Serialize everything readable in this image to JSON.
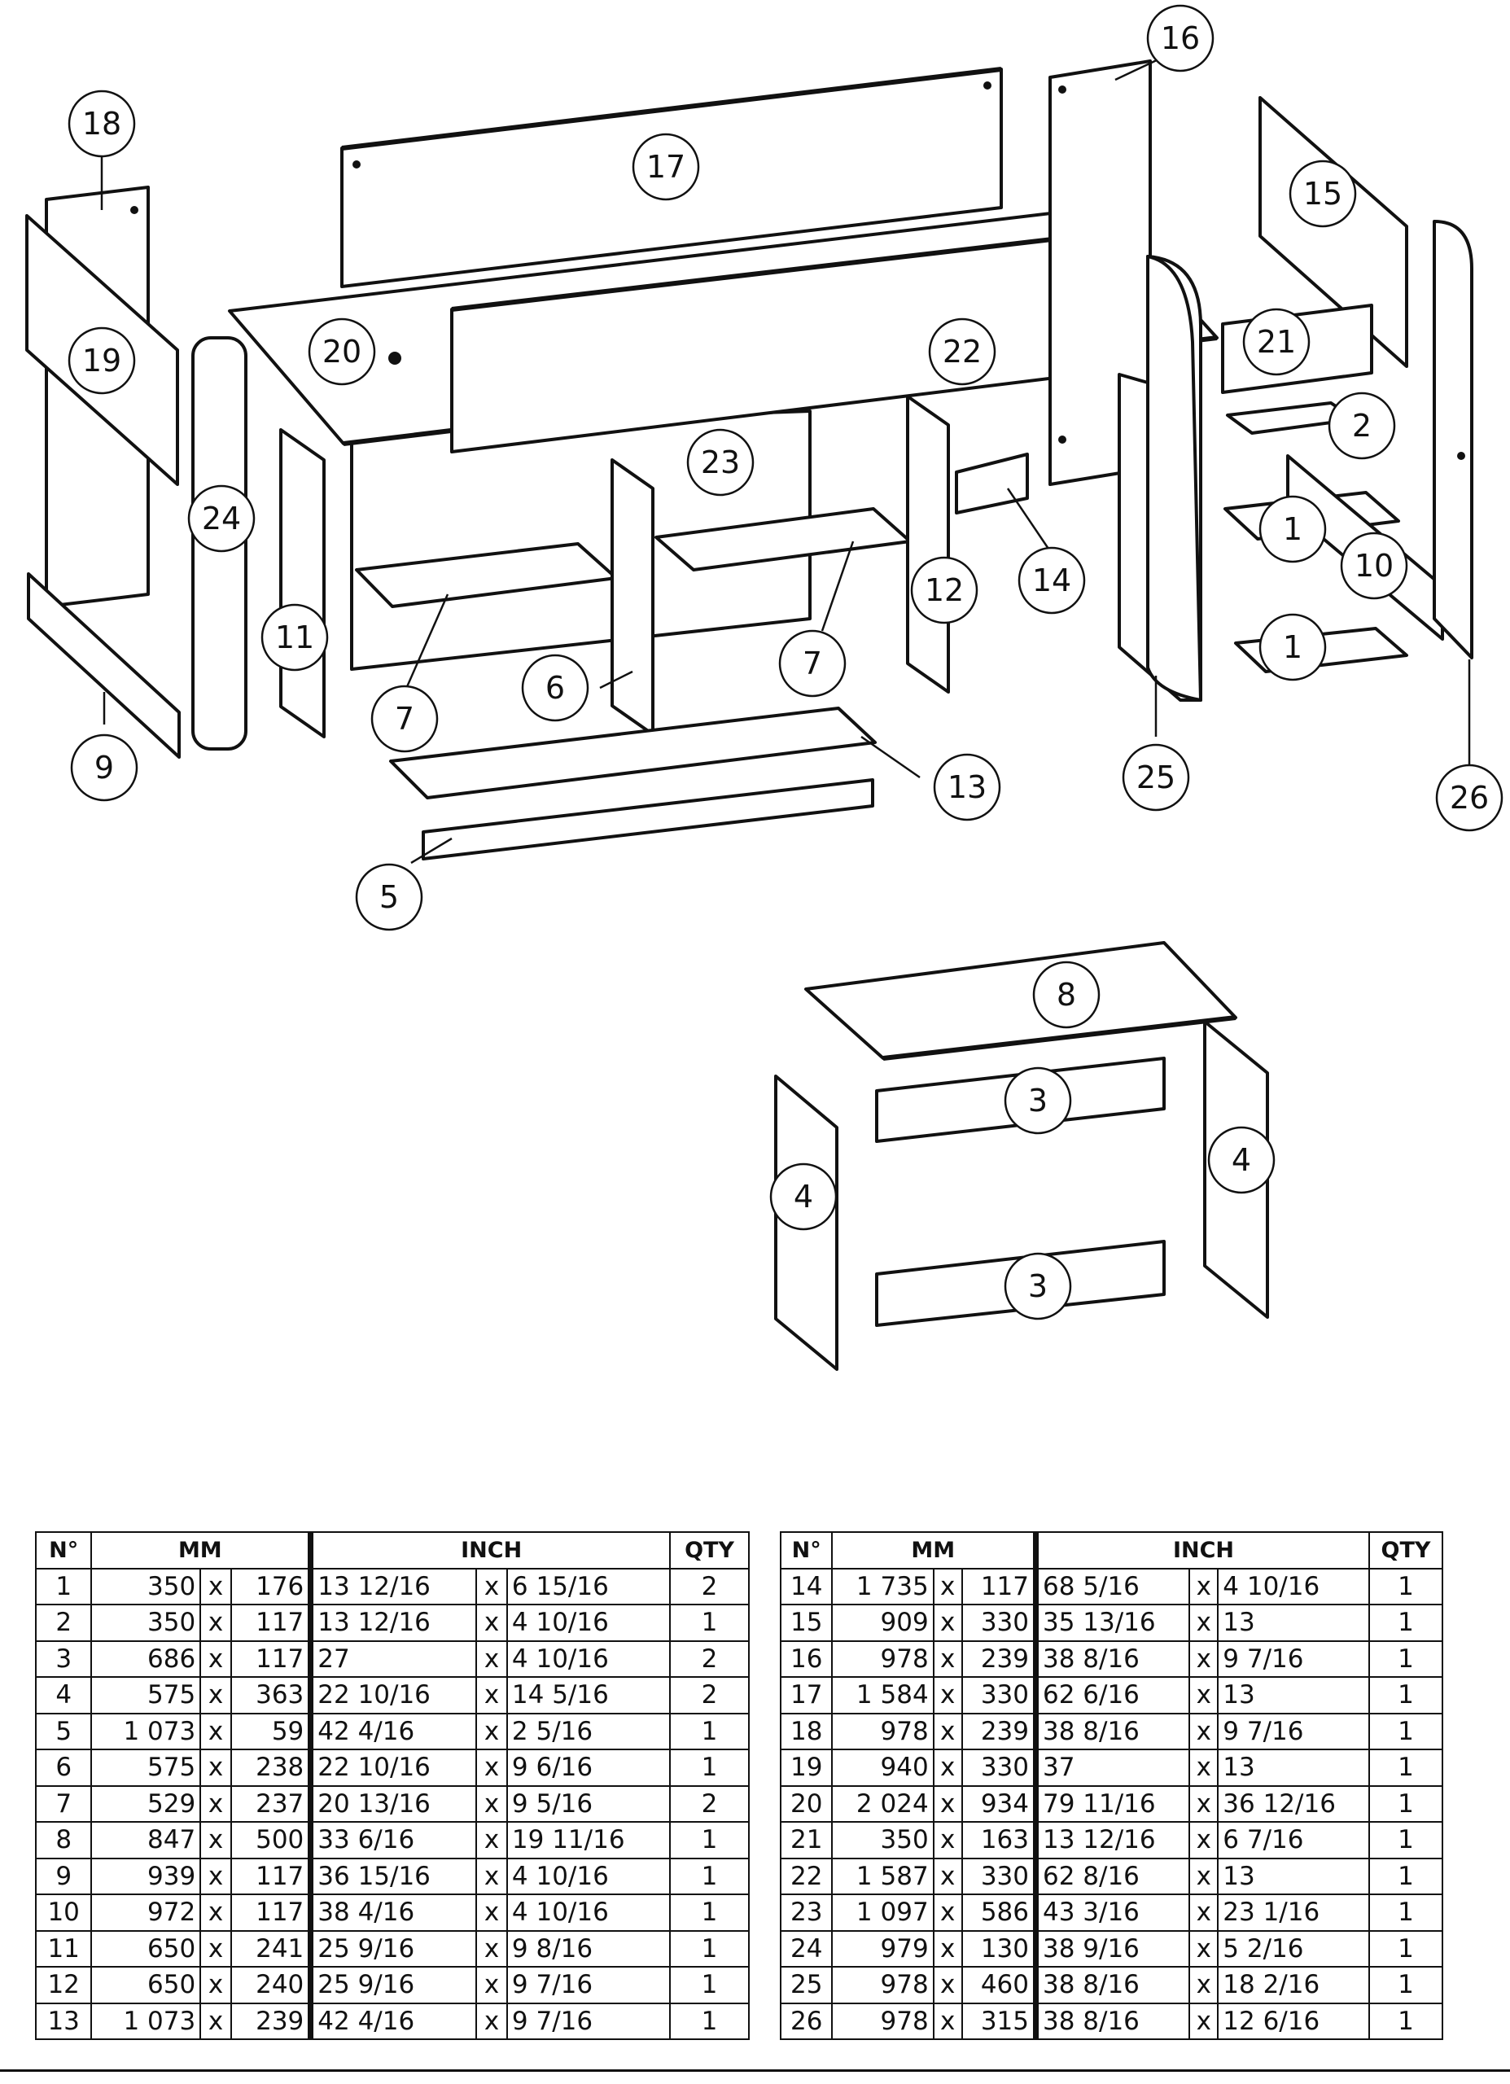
{
  "callouts": [
    "18",
    "17",
    "16",
    "15",
    "19",
    "20",
    "22",
    "21",
    "24",
    "23",
    "2",
    "1",
    "10",
    "11",
    "14",
    "12",
    "7",
    "6",
    "7",
    "9",
    "13",
    "25",
    "1",
    "26",
    "5",
    "8",
    "3",
    "4",
    "4",
    "3"
  ],
  "table": {
    "headers": {
      "no": "N°",
      "mm": "MM",
      "inch": "INCH",
      "qty": "QTY"
    },
    "left_rows": [
      [
        "1",
        "350",
        "x",
        "176",
        "13 12/16",
        "x",
        "6 15/16",
        "2"
      ],
      [
        "2",
        "350",
        "x",
        "117",
        "13 12/16",
        "x",
        "4 10/16",
        "1"
      ],
      [
        "3",
        "686",
        "x",
        "117",
        "27",
        "x",
        "4 10/16",
        "2"
      ],
      [
        "4",
        "575",
        "x",
        "363",
        "22 10/16",
        "x",
        "14  5/16",
        "2"
      ],
      [
        "5",
        "1 073",
        "x",
        "59",
        "42  4/16",
        "x",
        "2  5/16",
        "1"
      ],
      [
        "6",
        "575",
        "x",
        "238",
        "22 10/16",
        "x",
        "9  6/16",
        "1"
      ],
      [
        "7",
        "529",
        "x",
        "237",
        "20 13/16",
        "x",
        "9  5/16",
        "2"
      ],
      [
        "8",
        "847",
        "x",
        "500",
        "33  6/16",
        "x",
        "19 11/16",
        "1"
      ],
      [
        "9",
        "939",
        "x",
        "117",
        "36 15/16",
        "x",
        "4 10/16",
        "1"
      ],
      [
        "10",
        "972",
        "x",
        "117",
        "38  4/16",
        "x",
        "4 10/16",
        "1"
      ],
      [
        "11",
        "650",
        "x",
        "241",
        "25  9/16",
        "x",
        "9  8/16",
        "1"
      ],
      [
        "12",
        "650",
        "x",
        "240",
        "25  9/16",
        "x",
        "9  7/16",
        "1"
      ],
      [
        "13",
        "1 073",
        "x",
        "239",
        "42  4/16",
        "x",
        "9  7/16",
        "1"
      ]
    ],
    "right_rows": [
      [
        "14",
        "1 735",
        "x",
        "117",
        "68  5/16",
        "x",
        "4 10/16",
        "1"
      ],
      [
        "15",
        "909",
        "x",
        "330",
        "35 13/16",
        "x",
        "13",
        "1"
      ],
      [
        "16",
        "978",
        "x",
        "239",
        "38  8/16",
        "x",
        "9  7/16",
        "1"
      ],
      [
        "17",
        "1 584",
        "x",
        "330",
        "62  6/16",
        "x",
        "13",
        "1"
      ],
      [
        "18",
        "978",
        "x",
        "239",
        "38  8/16",
        "x",
        "9  7/16",
        "1"
      ],
      [
        "19",
        "940",
        "x",
        "330",
        "37",
        "x",
        "13",
        "1"
      ],
      [
        "20",
        "2 024",
        "x",
        "934",
        "79 11/16",
        "x",
        "36 12/16",
        "1"
      ],
      [
        "21",
        "350",
        "x",
        "163",
        "13 12/16",
        "x",
        "6  7/16",
        "1"
      ],
      [
        "22",
        "1 587",
        "x",
        "330",
        "62  8/16",
        "x",
        "13",
        "1"
      ],
      [
        "23",
        "1 097",
        "x",
        "586",
        "43  3/16",
        "x",
        "23  1/16",
        "1"
      ],
      [
        "24",
        "979",
        "x",
        "130",
        "38  9/16",
        "x",
        "5  2/16",
        "1"
      ],
      [
        "25",
        "978",
        "x",
        "460",
        "38  8/16",
        "x",
        "18  2/16",
        "1"
      ],
      [
        "26",
        "978",
        "x",
        "315",
        "38  8/16",
        "x",
        "12  6/16",
        "1"
      ]
    ]
  }
}
